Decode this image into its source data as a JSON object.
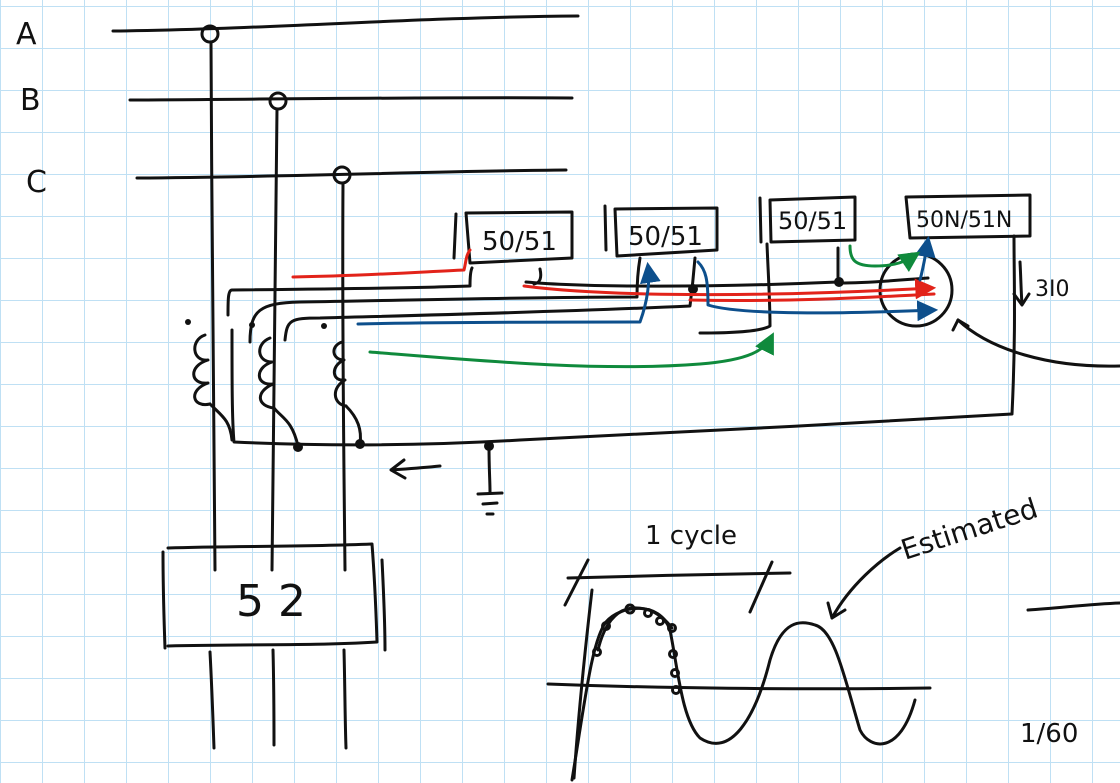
{
  "phases": [
    "A",
    "B",
    "C"
  ],
  "relays": [
    {
      "label": "50/51"
    },
    {
      "label": "50/51"
    },
    {
      "label": "50/51"
    },
    {
      "label": "50N/51N"
    }
  ],
  "residual_label": "3I0",
  "breaker_label": "5 2",
  "cycle_label": "1 cycle",
  "estimated_label": "Estimated",
  "period_label": "1/60",
  "colors": {
    "ink": "#111111",
    "red": "#e2231a",
    "blue": "#0d4f8c",
    "green": "#0f8a3c",
    "grid": "#bfe0f4"
  }
}
